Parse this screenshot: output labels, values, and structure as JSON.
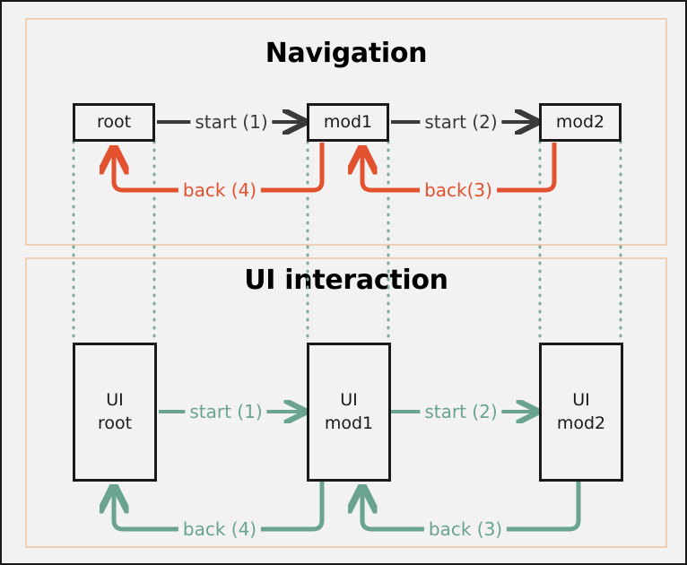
{
  "diagram": {
    "title_colors": {
      "panel_border": "#f0d0b4",
      "node_border": "#1a1a1a",
      "background": "#f2f2f2",
      "nav_arrow": "#3a3a3a",
      "back_red": "#e2522f",
      "ui_green": "#6aa392",
      "dotted_green": "#7faa99"
    },
    "panels": [
      {
        "id": "navigation",
        "title": "Navigation"
      },
      {
        "id": "ui-interaction",
        "title": "UI interaction"
      }
    ],
    "navigation": {
      "nodes": [
        {
          "id": "root",
          "label": "root"
        },
        {
          "id": "mod1",
          "label": "mod1"
        },
        {
          "id": "mod2",
          "label": "mod2"
        }
      ],
      "forward_edges": [
        {
          "from": "root",
          "to": "mod1",
          "label": "start (1)"
        },
        {
          "from": "mod1",
          "to": "mod2",
          "label": "start (2)"
        }
      ],
      "back_edges": [
        {
          "from": "mod1",
          "to": "root",
          "label": "back (4)"
        },
        {
          "from": "mod2",
          "to": "mod1",
          "label": "back(3)"
        }
      ]
    },
    "ui_interaction": {
      "nodes": [
        {
          "id": "ui-root",
          "line1": "UI",
          "line2": "root"
        },
        {
          "id": "ui-mod1",
          "line1": "UI",
          "line2": "mod1"
        },
        {
          "id": "ui-mod2",
          "line1": "UI",
          "line2": "mod2"
        }
      ],
      "forward_edges": [
        {
          "from": "ui-root",
          "to": "ui-mod1",
          "label": "start (1)"
        },
        {
          "from": "ui-mod1",
          "to": "ui-mod2",
          "label": "start (2)"
        }
      ],
      "back_edges": [
        {
          "from": "ui-mod1",
          "to": "ui-root",
          "label": "back (4)"
        },
        {
          "from": "ui-mod2",
          "to": "ui-mod1",
          "label": "back (3)"
        }
      ]
    }
  }
}
